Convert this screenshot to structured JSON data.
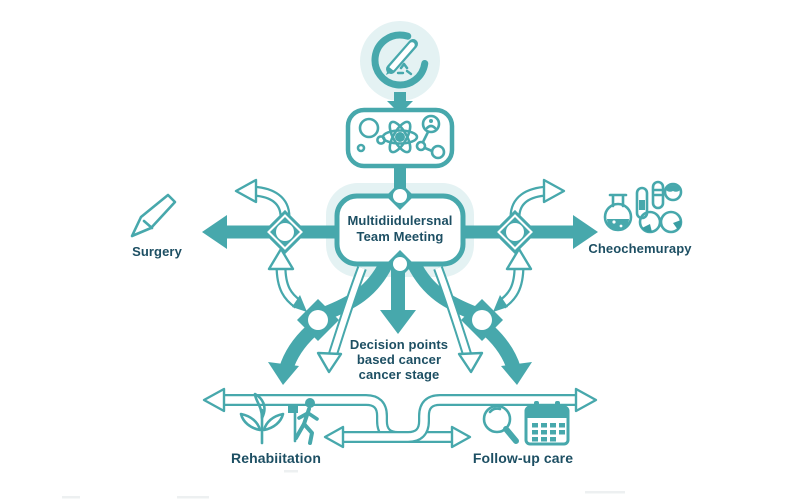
{
  "colors": {
    "teal": "#47a8ac",
    "teal_dark": "#3a9ea3",
    "glow": "#e4f2f3",
    "text": "#1d4f63"
  },
  "hub": {
    "line1": "Multidiidulersnal",
    "line2": "Team Meeting"
  },
  "note": {
    "line1": "Decision points",
    "line2": "based cancer",
    "line3": "cancer stage"
  },
  "branches": {
    "left": {
      "label": "Surgery",
      "icon": "scalpel-icon"
    },
    "right": {
      "label": "Cheochemurapy",
      "icon": "chemistry-flasks-icon"
    },
    "bottom_left": {
      "label": "Rehabiitation",
      "icons": [
        "plant-icon",
        "walking-person-icon"
      ]
    },
    "bottom_right": {
      "label": "Follow-up care",
      "icons": [
        "magnifier-icon",
        "calendar-icon"
      ]
    }
  },
  "top_icons": {
    "ring": "pen-writing-ring-icon",
    "panel": "molecule-atom-panel-icon"
  },
  "connector_nodes": "diamond-port-with-circle"
}
